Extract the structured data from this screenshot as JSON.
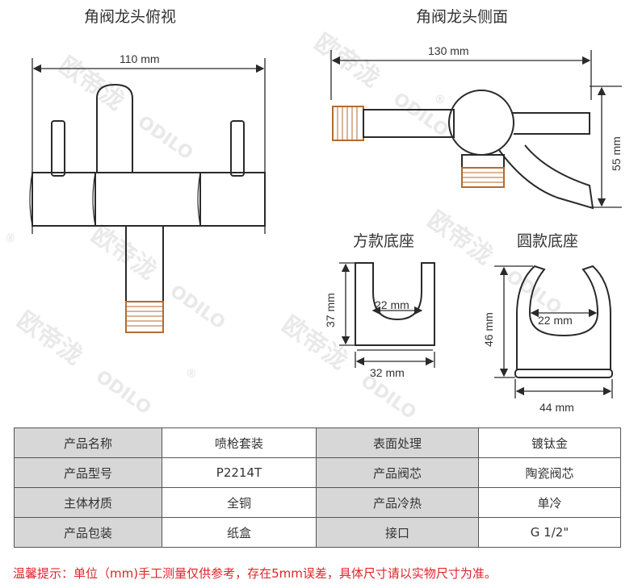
{
  "titles": {
    "top_view": "角阀龙头俯视",
    "side_view": "角阀龙头侧面",
    "square_base": "方款底座",
    "round_base": "圆款底座"
  },
  "dimensions": {
    "top_width": "110 mm",
    "side_width": "130 mm",
    "side_height": "55 mm",
    "square_inner": "22 mm",
    "square_height": "37 mm",
    "square_width": "32 mm",
    "round_inner": "22 mm",
    "round_height": "46 mm",
    "round_width": "44 mm"
  },
  "watermark": {
    "cn": "欧帝泷",
    "en": "ODILO",
    "mark": "®"
  },
  "specs": {
    "rows": [
      [
        "产品名称",
        "喷枪套装",
        "表面处理",
        "镀钛金"
      ],
      [
        "产品型号",
        "P2214T",
        "产品阀芯",
        "陶瓷阀芯"
      ],
      [
        "主体材质",
        "全铜",
        "产品冷热",
        "单冷"
      ],
      [
        "产品包装",
        "纸盒",
        "接口",
        "G 1/2\""
      ]
    ]
  },
  "note": "温馨提示：单位（mm)手工测量仅供参考，存在5mm误差，具体尺寸请以实物尺寸为准。",
  "colors": {
    "stroke": "#2a2a2a",
    "table_key_bg": "#d7d7d7",
    "note_red": "#e0232a",
    "watermark": "#e9e9e9"
  }
}
